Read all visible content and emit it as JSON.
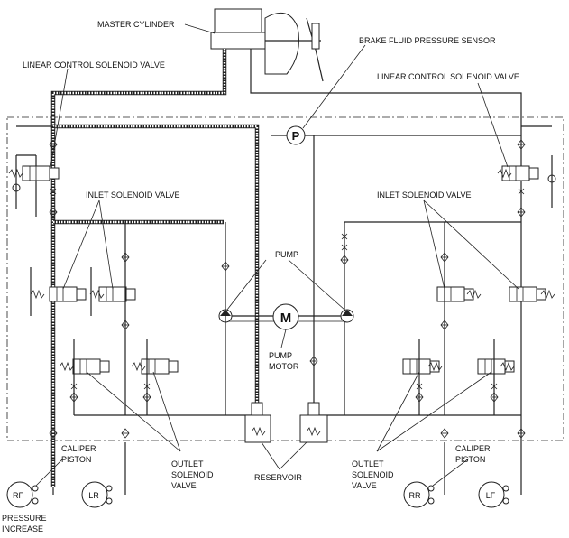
{
  "labels": {
    "master_cylinder": "MASTER CYLINDER",
    "brake_fluid_pressure_sensor": "BRAKE FLUID PRESSURE SENSOR",
    "linear_control_left": "LINEAR CONTROL SOLENOID VALVE",
    "linear_control_right": "LINEAR CONTROL SOLENOID VALVE",
    "inlet_left": "INLET SOLENOID VALVE",
    "inlet_right": "INLET SOLENOID VALVE",
    "pump": "PUMP",
    "pump_motor_l1": "PUMP",
    "pump_motor_l2": "MOTOR",
    "motor_symbol": "M",
    "pressure_symbol": "P",
    "caliper_left_l1": "CALIPER",
    "caliper_left_l2": "PISTON",
    "caliper_right_l1": "CALIPER",
    "caliper_right_l2": "PISTON",
    "outlet_left_l1": "OUTLET",
    "outlet_left_l2": "SOLENOID",
    "outlet_left_l3": "VALVE",
    "outlet_right_l1": "OUTLET",
    "outlet_right_l2": "SOLENOID",
    "outlet_right_l3": "VALVE",
    "reservoir": "RESERVOIR",
    "pressure_increase_l1": "PRESSURE",
    "pressure_increase_l2": "INCREASE"
  },
  "wheels": [
    "RF",
    "LR",
    "RR",
    "LF"
  ]
}
